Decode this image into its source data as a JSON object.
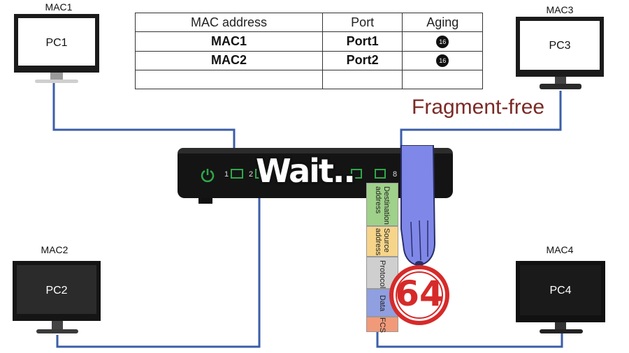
{
  "hosts": [
    {
      "mac": "MAC1",
      "pc": "PC1"
    },
    {
      "mac": "MAC2",
      "pc": "PC2"
    },
    {
      "mac": "MAC3",
      "pc": "PC3"
    },
    {
      "mac": "MAC4",
      "pc": "PC4"
    }
  ],
  "table": {
    "headers": [
      "MAC address",
      "Port",
      "Aging"
    ],
    "rows": [
      {
        "mac": "MAC1",
        "port": "Port1",
        "aging": "16"
      },
      {
        "mac": "MAC2",
        "port": "Port2",
        "aging": "16"
      }
    ]
  },
  "switch": {
    "ports": [
      "1",
      "2",
      "8"
    ],
    "overlay_text": "Wait..",
    "power_icon": "power-icon"
  },
  "mode_label": "Fragment-free",
  "frame_fields": [
    "Destination\naddress",
    "Source\naddress",
    "Protocol",
    "Data",
    "FCS"
  ],
  "byte_count": "64",
  "colors": {
    "link": "#3b5ea8",
    "mode_label": "#7a2a25",
    "hand": "#7f88e8",
    "badge": "#d62a2a",
    "switch_led": "#2fa84a"
  }
}
